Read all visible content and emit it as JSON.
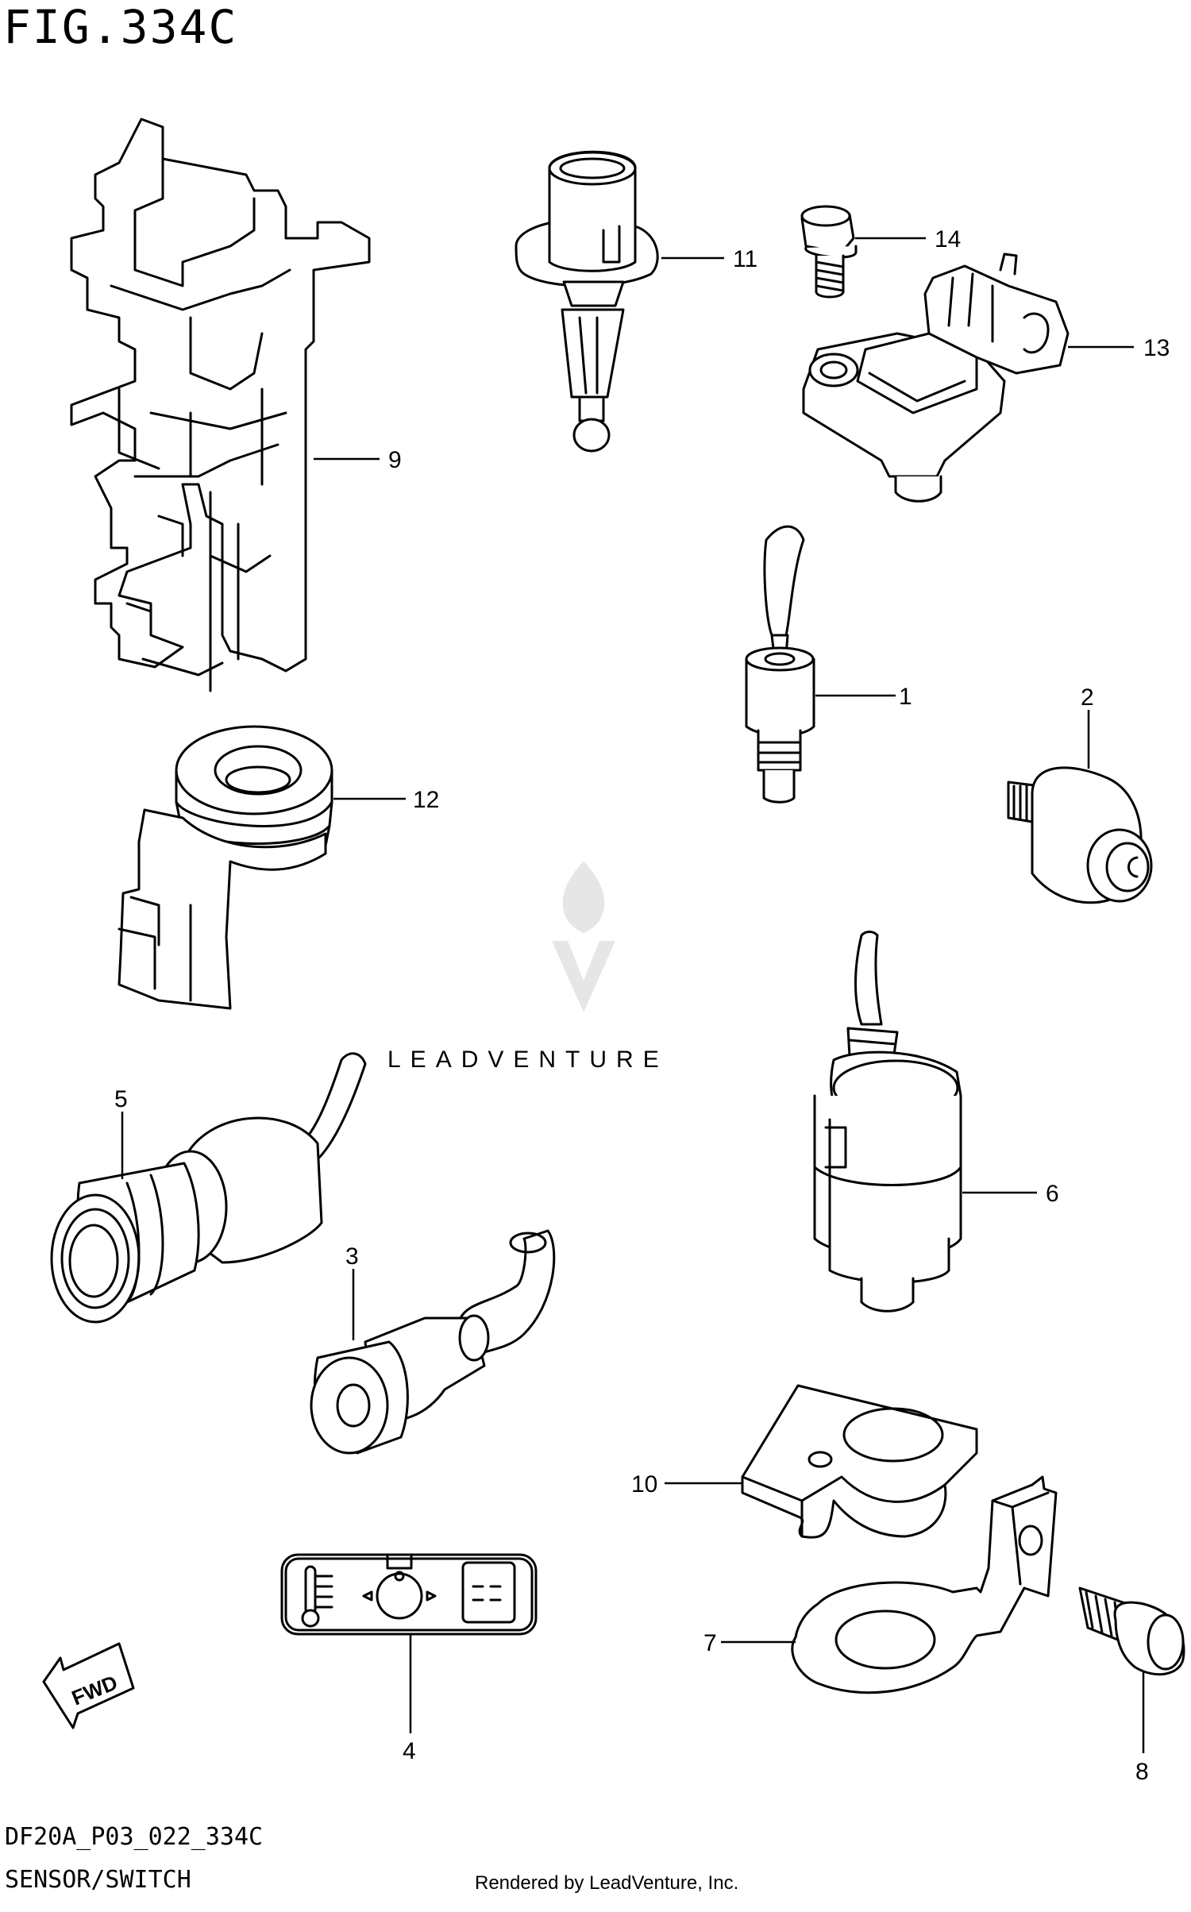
{
  "figure": {
    "title": "FIG.334C",
    "code": "DF20A_P03_022_334C",
    "subtitle": "SENSOR/SWITCH",
    "credit": "Rendered by LeadVenture, Inc.",
    "watermark": "LEADVENTURE",
    "fwd_label": "FWD"
  },
  "callouts": [
    {
      "id": "1",
      "label": "1"
    },
    {
      "id": "2",
      "label": "2"
    },
    {
      "id": "3",
      "label": "3"
    },
    {
      "id": "4",
      "label": "4"
    },
    {
      "id": "5",
      "label": "5"
    },
    {
      "id": "6",
      "label": "6"
    },
    {
      "id": "7",
      "label": "7"
    },
    {
      "id": "8",
      "label": "8"
    },
    {
      "id": "9",
      "label": "9"
    },
    {
      "id": "10",
      "label": "10"
    },
    {
      "id": "11",
      "label": "11"
    },
    {
      "id": "12",
      "label": "12"
    },
    {
      "id": "13",
      "label": "13"
    },
    {
      "id": "14",
      "label": "14"
    }
  ]
}
